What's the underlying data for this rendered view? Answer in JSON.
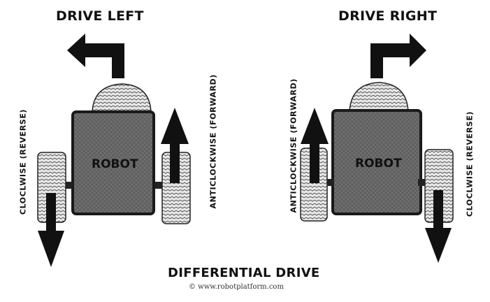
{
  "left_panel": {
    "title": "DRIVE LEFT",
    "left_wheel_label": "CLOCLWISE (REVERSE)",
    "right_wheel_label": "ANTICLOCKWISE (FORWARD)",
    "robot_label": "ROBOT"
  },
  "right_panel": {
    "title": "DRIVE RIGHT",
    "left_wheel_label": "ANTICLOCKWISE (FORWARD)",
    "right_wheel_label": "CLOCLWISE (REVERSE)",
    "robot_label": "ROBOT"
  },
  "caption": "DIFFERENTIAL DRIVE",
  "credit": "© www.robotplatform.com",
  "colors": {
    "body": "#6f6f6f",
    "body_border": "#1a1a1a",
    "wheel": "#d9d9d9",
    "arrow": "#111111"
  }
}
